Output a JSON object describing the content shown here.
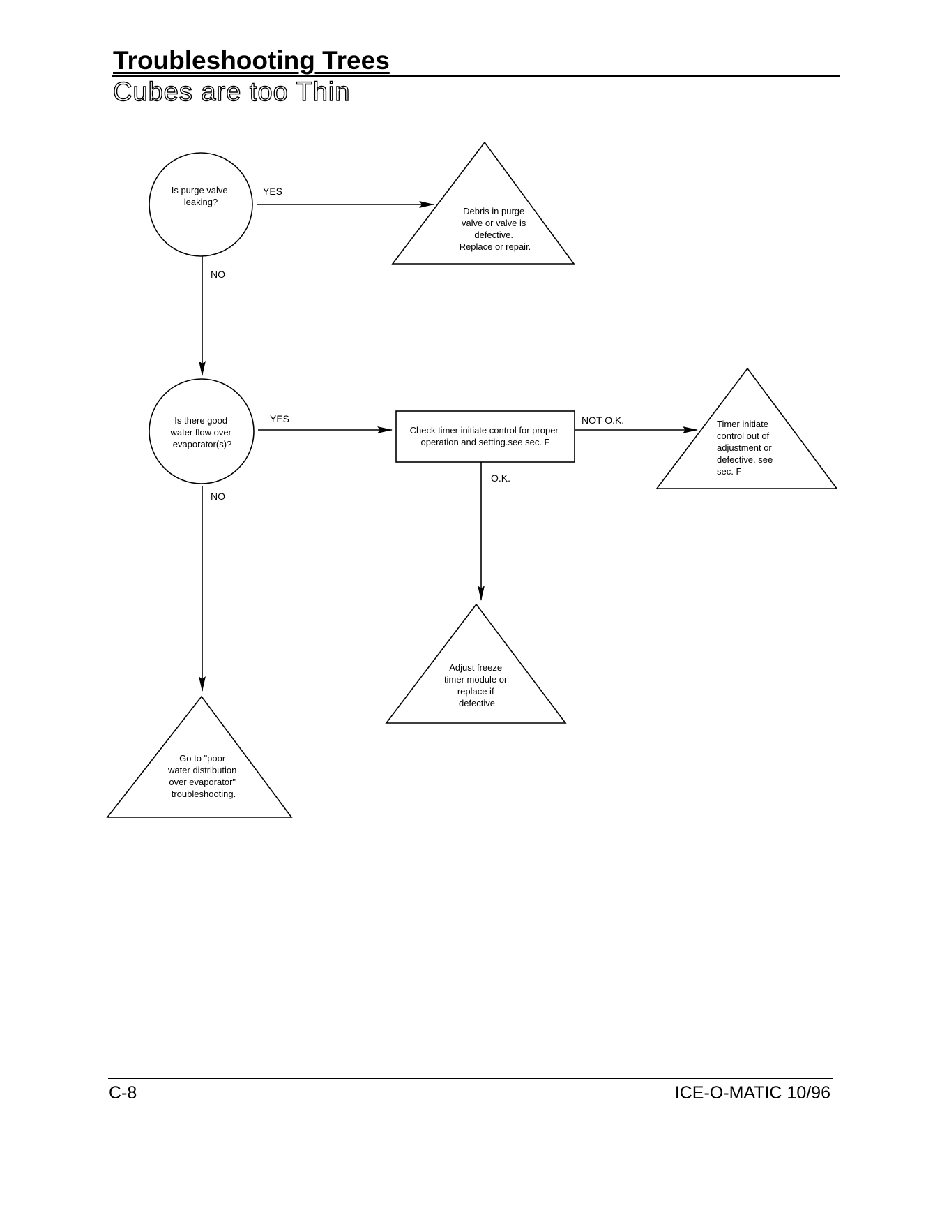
{
  "header": {
    "title": "Troubleshooting Trees",
    "subtitle": "Cubes are too Thin"
  },
  "nodes": {
    "purge_question": [
      "Is purge valve",
      "leaking?"
    ],
    "debris_result": [
      "Debris in purge",
      "valve or valve is",
      "defective.",
      "Replace or repair."
    ],
    "waterflow_question": [
      "Is there good",
      "water flow over",
      "evaporator(s)?"
    ],
    "check_timer": [
      "Check timer initiate control for proper",
      "operation and setting.see sec. F"
    ],
    "timer_result": [
      "Timer initiate",
      "control out of",
      "adjustment or",
      "defective. see",
      "sec. F"
    ],
    "adjust_result": [
      "Adjust freeze",
      "timer module or",
      "replace if",
      "defective"
    ],
    "poor_water_result": [
      "Go to \"poor",
      "water distribution",
      "over evaporator\"",
      "troubleshooting."
    ]
  },
  "edges": {
    "purge_yes": "YES",
    "purge_no": "NO",
    "waterflow_yes": "YES",
    "waterflow_no": "NO",
    "timer_not_ok": "NOT O.K.",
    "timer_ok": "O.K."
  },
  "footer": {
    "page": "C-8",
    "brand": "ICE-O-MATIC 10/96"
  }
}
